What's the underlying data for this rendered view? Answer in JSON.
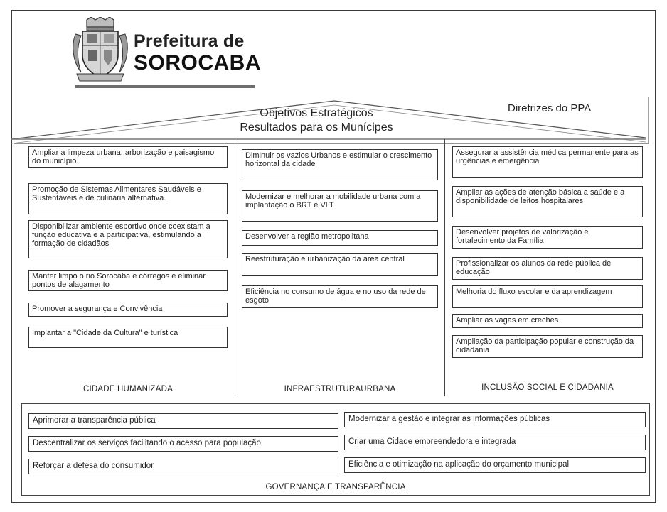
{
  "logo": {
    "line1": "Prefeitura de",
    "line2": "SOROCABA"
  },
  "roof": {
    "title_line1": "Objetivos Estratégicos",
    "title_line2": "Resultados para os Munícipes",
    "ppa": "Diretrizes do PPA"
  },
  "columns": [
    {
      "footer": "CIDADE HUMANIZADA",
      "items": [
        "Ampliar a limpeza urbana, arborização e paisagismo do município.",
        "Promoção de Sistemas Alimentares Saudáveis e Sustentáveis e de culinária alternativa.",
        "Disponibilizar ambiente esportivo onde coexistam a função educativa e a participativa, estimulando a formação de cidadãos",
        "Manter limpo o rio Sorocaba e córregos e eliminar pontos de alagamento",
        "Promover a segurança e Convivência",
        "Implantar a \"Cidade da Cultura\" e turística"
      ]
    },
    {
      "footer": "INFRAESTRUTURAURBANA",
      "items": [
        "Diminuir os vazios Urbanos e estimular o crescimento horizontal da cidade",
        "Modernizar e melhorar a mobilidade urbana com a implantação o BRT e VLT",
        "Desenvolver a região metropolitana",
        "Reestruturação e urbanização da área central",
        "Eficiência no consumo de água e no uso da rede de esgoto"
      ]
    },
    {
      "footer": "INCLUSÃO SOCIAL E CIDADANIA",
      "items": [
        "Assegurar a assistência médica permanente para as urgências e emergência",
        "Ampliar as ações de atenção básica a saúde e a disponibilidade de leitos hospitalares",
        "Desenvolver projetos de valorização e fortalecimento da Família",
        "Profissionalizar os alunos da rede pública de educação",
        "Melhoria do fluxo escolar e da aprendizagem",
        "Ampliar as vagas em creches",
        "Ampliação da participação popular e construção da cidadania"
      ]
    }
  ],
  "governance": {
    "footer": "GOVERNANÇA E TRANSPARÊNCIA",
    "left": [
      "Aprimorar a transparência pública",
      "Descentralizar os serviços facilitando o acesso para população",
      "Reforçar a defesa do consumidor"
    ],
    "right": [
      "Modernizar a gestão e integrar as informações públicas",
      "Criar uma Cidade empreendedora e integrada",
      "Eficiência e otimização na aplicação do orçamento municipal"
    ]
  }
}
